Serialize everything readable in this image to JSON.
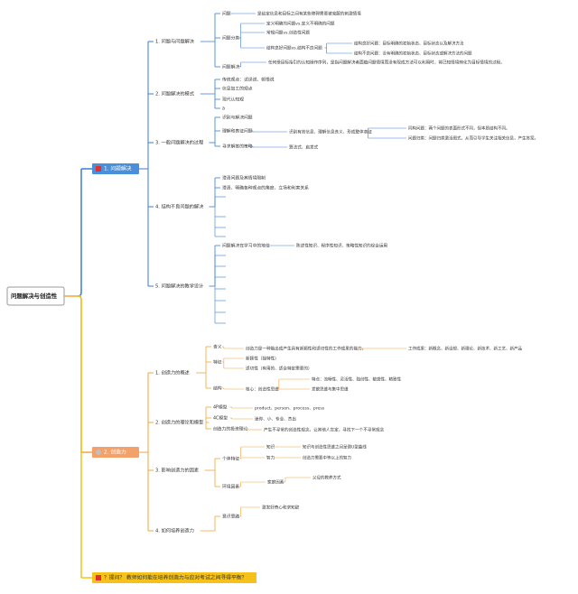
{
  "root": "问题解决与创造性",
  "colors": {
    "blue": "#3a7bd5",
    "orange": "#f0a53a",
    "badge_blue": "#4a8fd9",
    "badge_orange": "#f4a06a",
    "badge_yellow": "#f5c21b",
    "icon_red": "#e03030",
    "icon_gray": "#c0c0c0",
    "text": "#333333"
  },
  "branches": [
    {
      "label": "1. 问题解决",
      "icon": "red-square-icon",
      "children": [
        {
          "label": "1. 问题与问题解决",
          "children": [
            {
              "label": "问题",
              "children": [
                {
                  "label": "是给定信息和目标之间有某些障碍需要被克服的刺激情境"
                }
              ]
            },
            {
              "label": "问题分类",
              "children": [
                {
                  "label": "定义明确的问题vs.定义不明确的问题"
                },
                {
                  "label": "常规问题vs.创造性问题"
                },
                {
                  "label": "结构良好问题vs.结构不良问题",
                  "children": [
                    {
                      "label": "结构良好问题：目标明确的初始状态、目标状态以及解决方法"
                    },
                    {
                      "label": "结构不良问题：没有明确的初始状态、目标状态或解决方法的问题"
                    }
                  ]
                }
              ]
            },
            {
              "label": "问题解决",
              "children": [
                {
                  "label": "任何受目标指引的认知操作序列，是指问题解决者面临问题情境而没有现成方法可以利用时，将已知情境转化为目标情境的过程。"
                }
              ]
            }
          ]
        },
        {
          "label": "2. 问题解决的模式",
          "children": [
            {
              "label": "传统观点：试误说、顿悟说"
            },
            {
              "label": "信息加工的观点"
            },
            {
              "label": "现代认知观"
            },
            {
              "label": "a"
            }
          ]
        },
        {
          "label": "3. 一般问题解决的过程",
          "children": [
            {
              "label": "识别与解决问题"
            },
            {
              "label": "理解和表征问题",
              "children": [
                {
                  "label": "识别有效信息、理解信息含义、形成整体表征",
                  "children": [
                    {
                      "label": "同构问题：两个问题的表面形式不同，但本质结构不同。"
                    },
                    {
                      "label": "问题归类：问题归类激活图式，从而引导学生关注相关信息，产生答案。"
                    }
                  ]
                }
              ]
            },
            {
              "label": "寻求解答的策略",
              "children": [
                {
                  "label": "算法式、启发式"
                }
              ]
            }
          ]
        },
        {
          "label": "4. 结构不良问题的解决",
          "children": [
            {
              "label": "澄清问题及其情境限制"
            },
            {
              "label": "澄清、明确各种观点的角度、立场和利害关系"
            }
          ]
        },
        {
          "label": "5. 问题解决的教学设计",
          "children": [
            {
              "label": "问题解决在学习中的地位",
              "children": [
                {
                  "label": "陈述性知识、程序性知识、策略性知识的综合运用"
                }
              ]
            }
          ]
        }
      ]
    },
    {
      "label": "2. 创造力",
      "icon": "gear-icon",
      "children": [
        {
          "label": "1. 创造力的概述",
          "children": [
            {
              "label": "含义",
              "children": [
                {
                  "label": "创造力是一种能出成产生具有新颖性和适切性的工作成果的能力。",
                  "children": [
                    {
                      "label": "工作成果：新概念、新设想、新理论、新技术、新工艺、新产品"
                    }
                  ]
                }
              ]
            },
            {
              "label": "特征",
              "children": [
                {
                  "label": "新颖性（独特性）"
                },
                {
                  "label": "适切性（有用的、适合特定需要的）"
                }
              ]
            },
            {
              "label": "结构",
              "children": [
                {
                  "label": "核心：创造性思维",
                  "children": [
                    {
                      "label": "特点：流畅性、灵活性、独创性、敏感性、精致性"
                    },
                    {
                      "label": "发散思维与集中思维"
                    }
                  ]
                }
              ]
            }
          ]
        },
        {
          "label": "2. 创造力的理论和模型",
          "children": [
            {
              "label": "4P模型",
              "children": [
                {
                  "label": "product、person、process、press"
                }
              ]
            },
            {
              "label": "4C模型",
              "children": [
                {
                  "label": "迷你、小、专业、杰出"
                }
              ]
            },
            {
              "label": "创造力的投资理论",
              "children": [
                {
                  "label": "产生不寻常的创造性观念，让其他人肯定，寻找下一个不寻常观念"
                }
              ]
            }
          ]
        },
        {
          "label": "3. 影响创造力的因素",
          "children": [
            {
              "label": "个体特征",
              "children": [
                {
                  "label": "知识",
                  "children": [
                    {
                      "label": "知识与创造性思维之间呈倒U型曲线"
                    }
                  ]
                },
                {
                  "label": "智力",
                  "children": [
                    {
                      "label": "创造力需要中等以上的智力"
                    }
                  ]
                }
              ]
            },
            {
              "label": "环境因素",
              "children": [
                {
                  "label": "家庭因素",
                  "children": [
                    {
                      "label": "父母的教养方式"
                    }
                  ]
                }
              ]
            }
          ]
        },
        {
          "label": "4. 如何培养创造力",
          "children": [
            {
              "label": "意识思路",
              "children": [
                {
                  "label": "激发好奇心和求知欲"
                }
              ]
            }
          ]
        }
      ]
    },
    {
      "label": "？提问？ 教师如何能在培养创造力与应对考试之间寻得平衡？",
      "icon": "red-square-icon",
      "children": []
    }
  ]
}
